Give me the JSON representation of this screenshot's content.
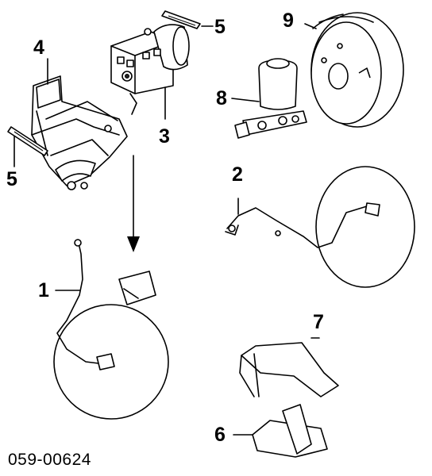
{
  "diagram": {
    "callouts": {
      "c1": "1",
      "c2": "2",
      "c3": "3",
      "c4": "4",
      "c5a": "5",
      "c5b": "5",
      "c6": "6",
      "c7": "7",
      "c8": "8",
      "c9": "9"
    },
    "figure_code": "059-00624"
  }
}
